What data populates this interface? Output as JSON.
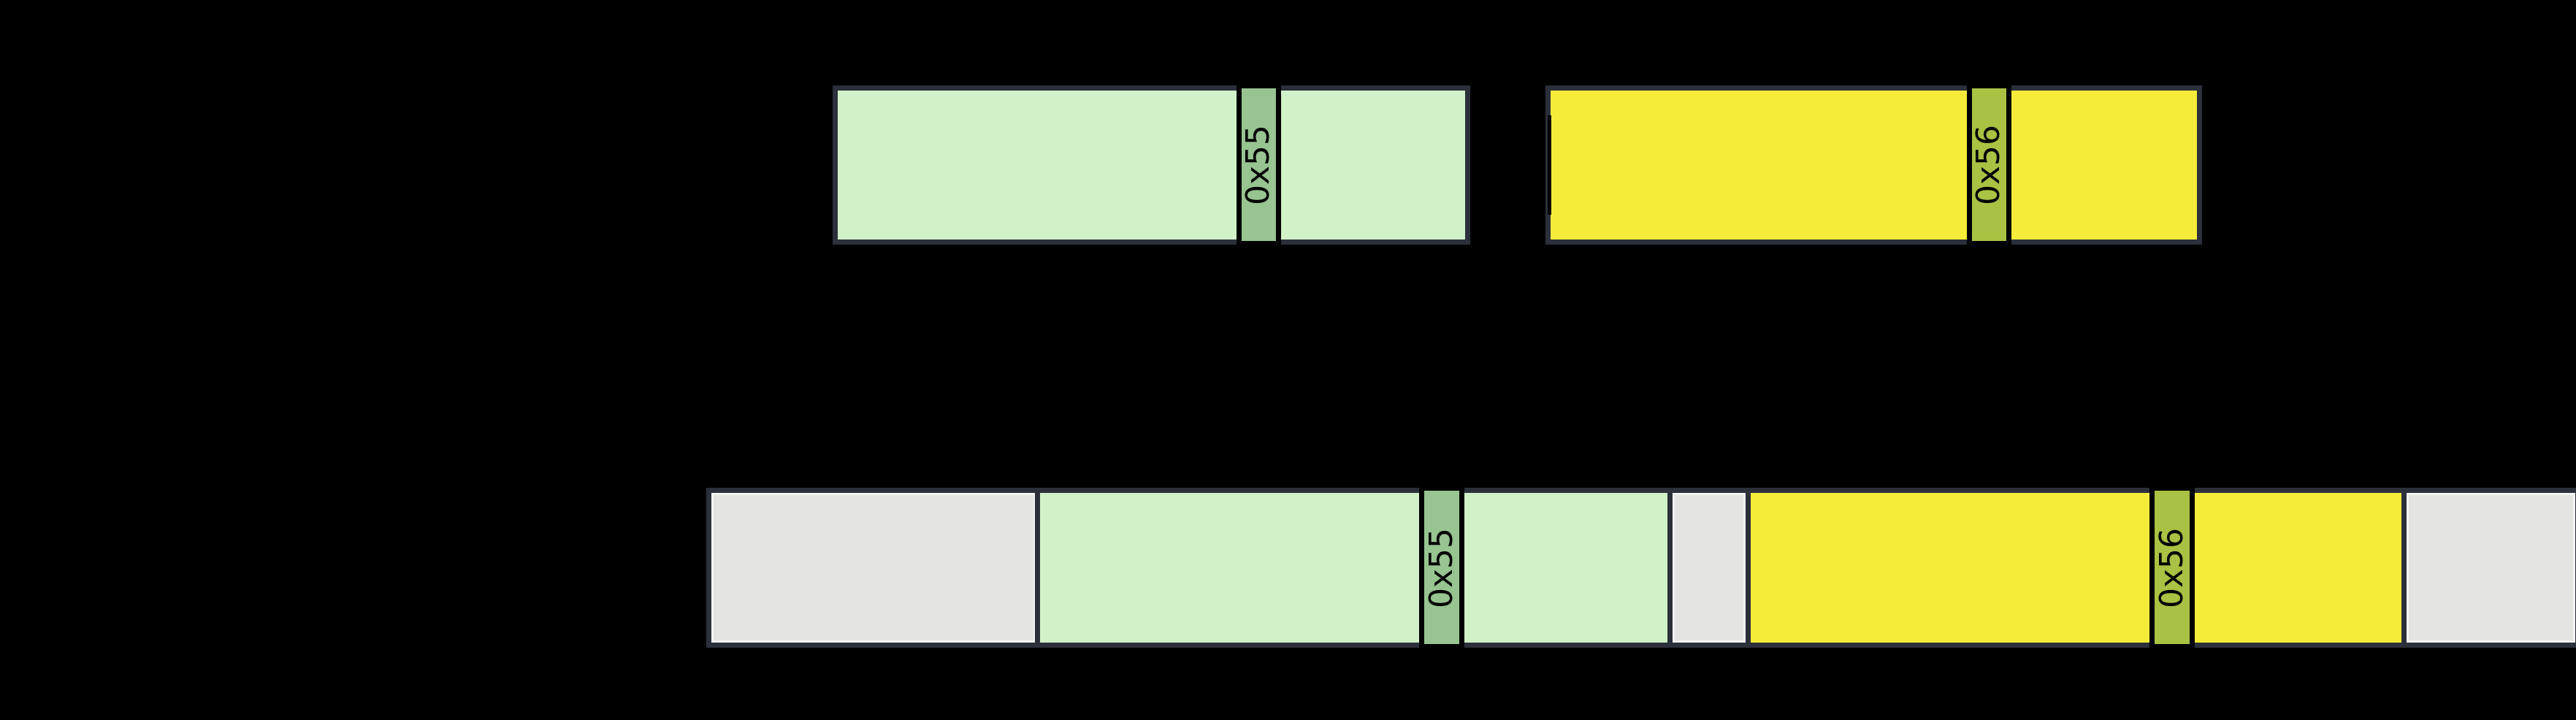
{
  "diagram": {
    "background_color": "#000000",
    "outline_color": "#2b303a",
    "label_color": "#000000",
    "top_row": {
      "packet_a": {
        "fill": "#d1f1c9",
        "marker": {
          "label": "0x55",
          "fill": "#97c491"
        }
      },
      "packet_b": {
        "fill": "#f5ec3a",
        "marker": {
          "label": "0x56",
          "fill": "#a9c243"
        }
      }
    },
    "bottom_row": {
      "idle_fill": "#e4e4e3",
      "data_a_fill": "#d1f1c9",
      "data_b_fill": "#f5ec3a",
      "marker_a": {
        "label": "0x55",
        "fill": "#97c491"
      },
      "marker_b": {
        "label": "0x56",
        "fill": "#a9c243"
      }
    }
  }
}
